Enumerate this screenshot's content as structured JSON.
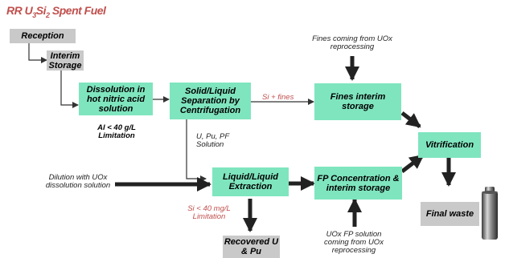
{
  "title": {
    "prefix": "RR U",
    "sub1": "3",
    "mid": "Si",
    "sub2": "2",
    "suffix": " Spent Fuel"
  },
  "boxes": {
    "reception": "Reception",
    "interim_storage": "Interim Storage",
    "dissolution": "Dissolution in hot nitric acid solution",
    "separation": "Solid/Liquid Separation by Centrifugation",
    "fines_storage": "Fines interim storage",
    "vitrification": "Vitrification",
    "extraction": "Liquid/Liquid Extraction",
    "fp_concentration": "FP Concentration & interim storage",
    "final_waste": "Final waste",
    "recovered": "Recovered U & Pu"
  },
  "labels": {
    "fines_from_uox": "Fines coming from UOx reprocessing",
    "si_fines": "Si + fines",
    "al_limitation": "Al < 40 g/L Limitation",
    "u_pu_pf": "U, Pu, PF Solution",
    "dilution": "Dilution with UOx dissolution solution",
    "si_limitation": "Si < 40 mg/L Limitation",
    "uox_fp": "UOx FP solution coming from UOx reprocessing"
  },
  "colors": {
    "process_box": "#7fe5bf",
    "storage_box": "#c9c9c9",
    "title": "#c0504d",
    "limitation_text": "#c0504d"
  }
}
